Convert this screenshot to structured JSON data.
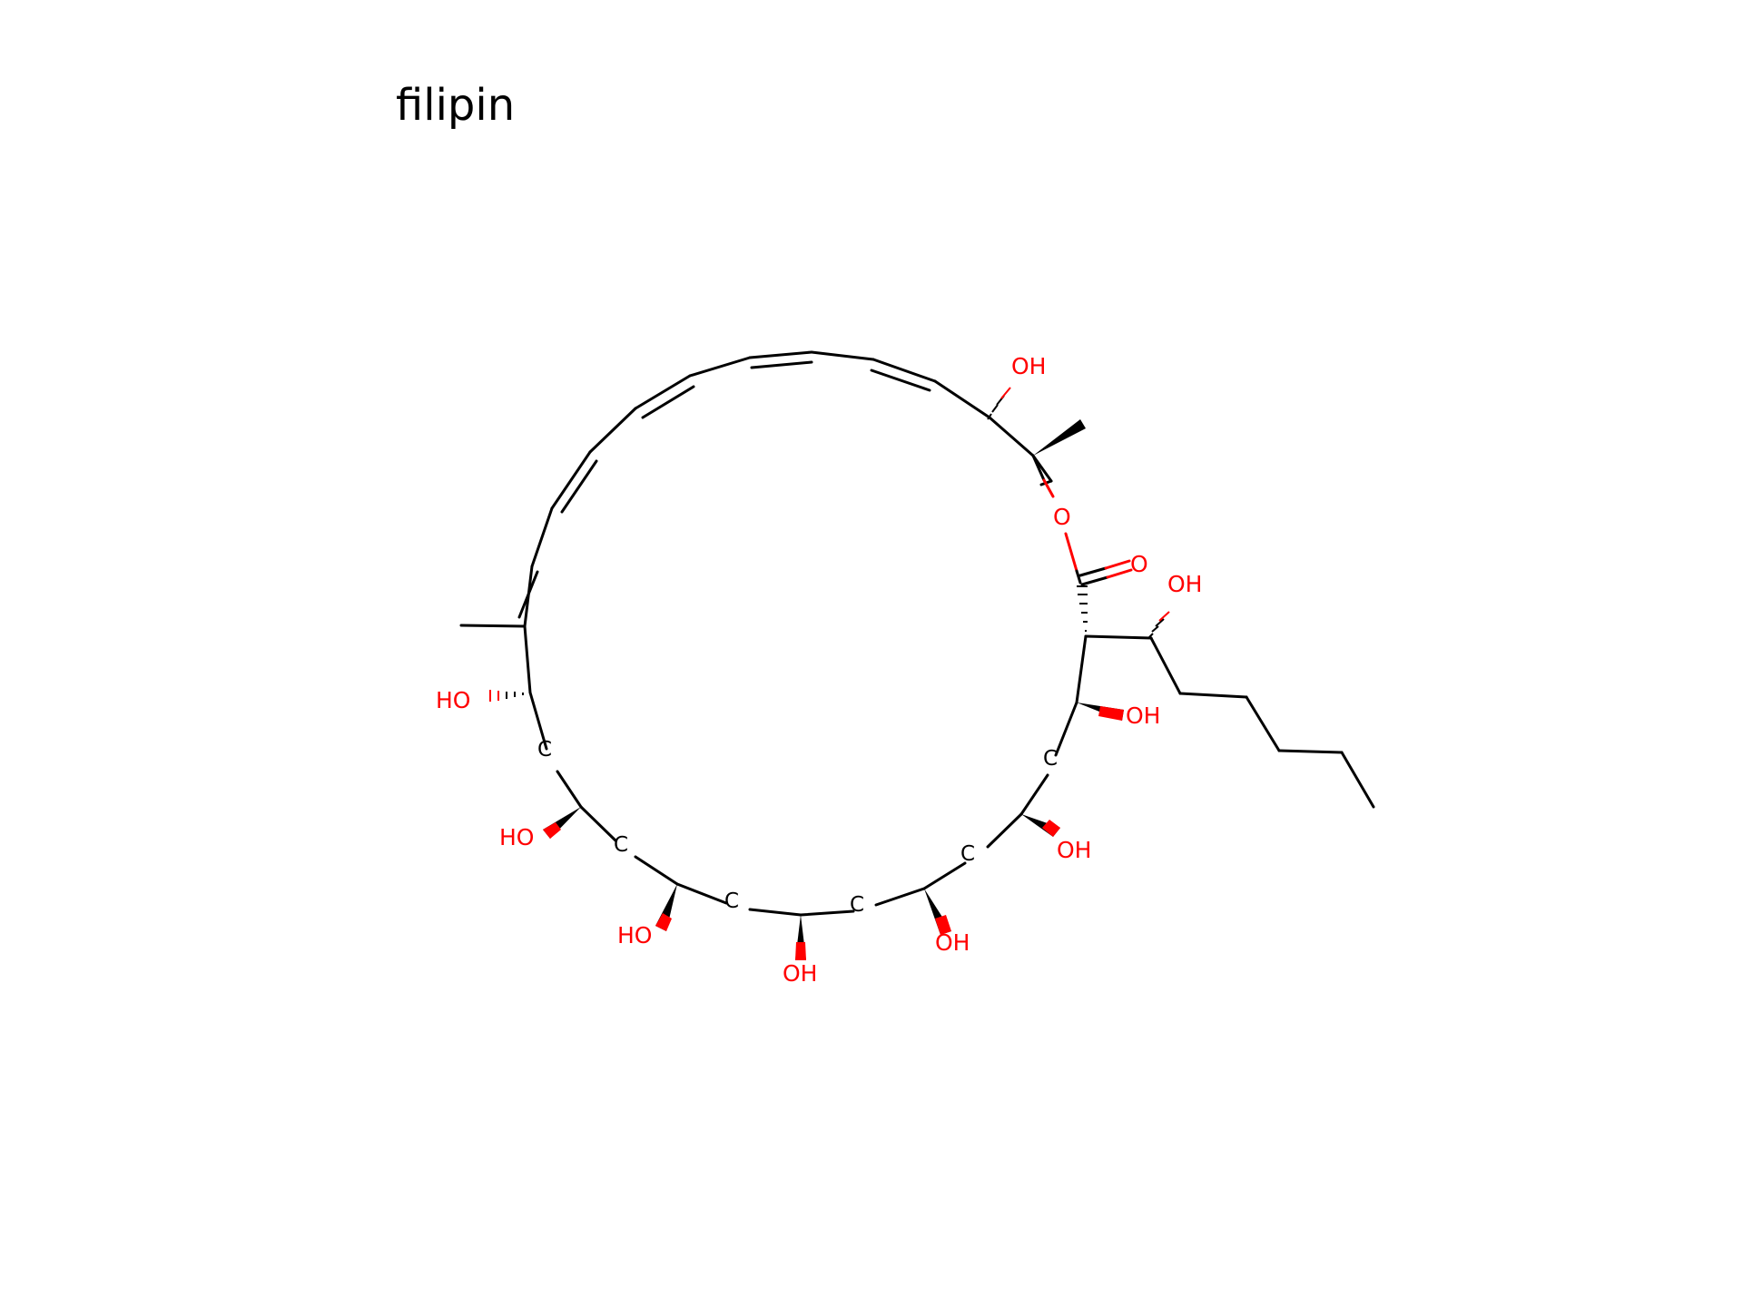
{
  "title": "filipin",
  "colors": {
    "bond": "#000000",
    "heteroatom": "#ff0000",
    "background": "#ffffff"
  },
  "labels": {
    "ring_o": "O",
    "carbonyl_o": "O",
    "oh": "OH",
    "ho": "HO",
    "c": "C"
  }
}
